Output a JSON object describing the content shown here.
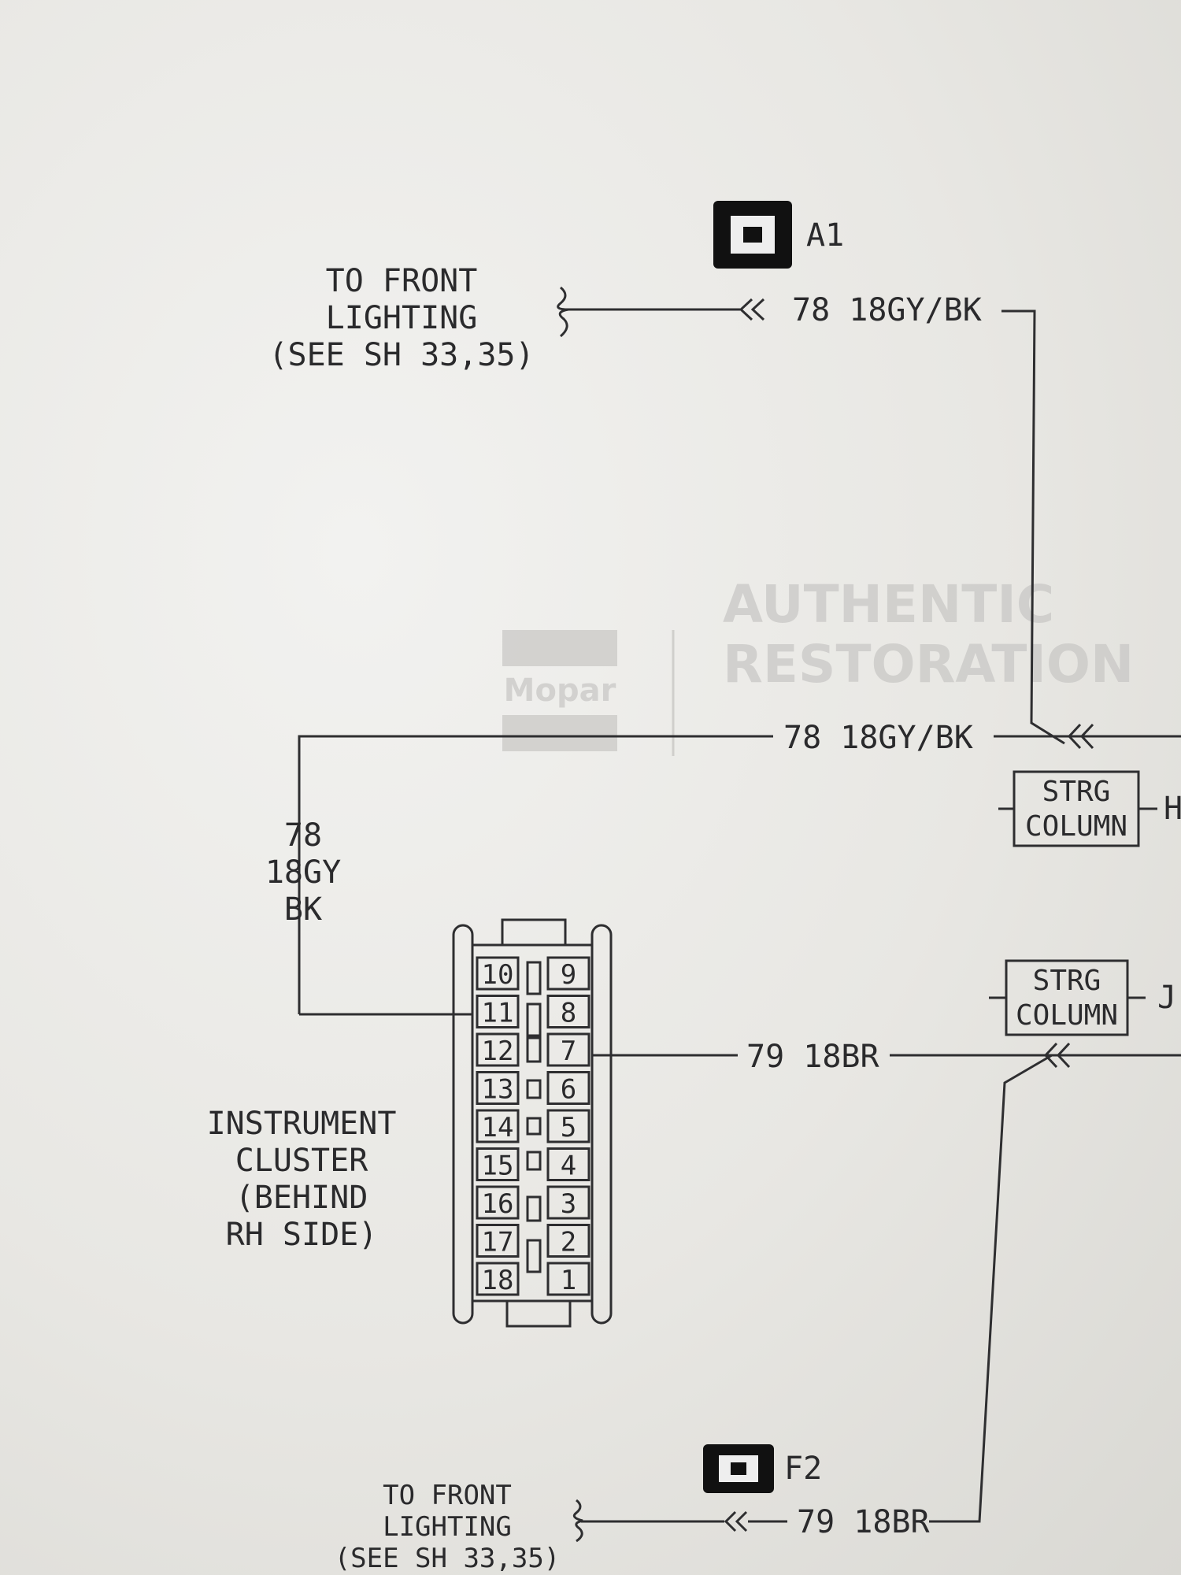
{
  "watermark": {
    "logo": "Mopar",
    "line1": "AUTHENTIC",
    "line2": "RESTORATION"
  },
  "top_ref": {
    "connector_id": "A1",
    "dest_line1": "TO FRONT",
    "dest_line2": "LIGHTING",
    "dest_line3": "(SEE SH 33,35)",
    "wire": "78 18GY/BK"
  },
  "mid_wire": {
    "label": "78 18GY/BK",
    "vertical_line1": "78",
    "vertical_line2": "18GY",
    "vertical_line3": "BK"
  },
  "strg_column_h": {
    "line1": "STRG",
    "line2": "COLUMN",
    "tag": "H"
  },
  "strg_column_j": {
    "line1": "STRG",
    "line2": "COLUMN",
    "tag": "J"
  },
  "pin7_wire": {
    "label": "79 18BR"
  },
  "cluster": {
    "line1": "INSTRUMENT",
    "line2": "CLUSTER",
    "line3": "(BEHIND",
    "line4": "RH SIDE)",
    "left_pins": [
      "10",
      "11",
      "12",
      "13",
      "14",
      "15",
      "16",
      "17",
      "18"
    ],
    "right_pins": [
      "9",
      "8",
      "7",
      "6",
      "5",
      "4",
      "3",
      "2",
      "1"
    ]
  },
  "bottom_ref": {
    "connector_id": "F2",
    "dest_line1": "TO FRONT",
    "dest_line2": "LIGHTING",
    "dest_line3": "(SEE SH 33,35)",
    "wire": "79 18BR"
  }
}
